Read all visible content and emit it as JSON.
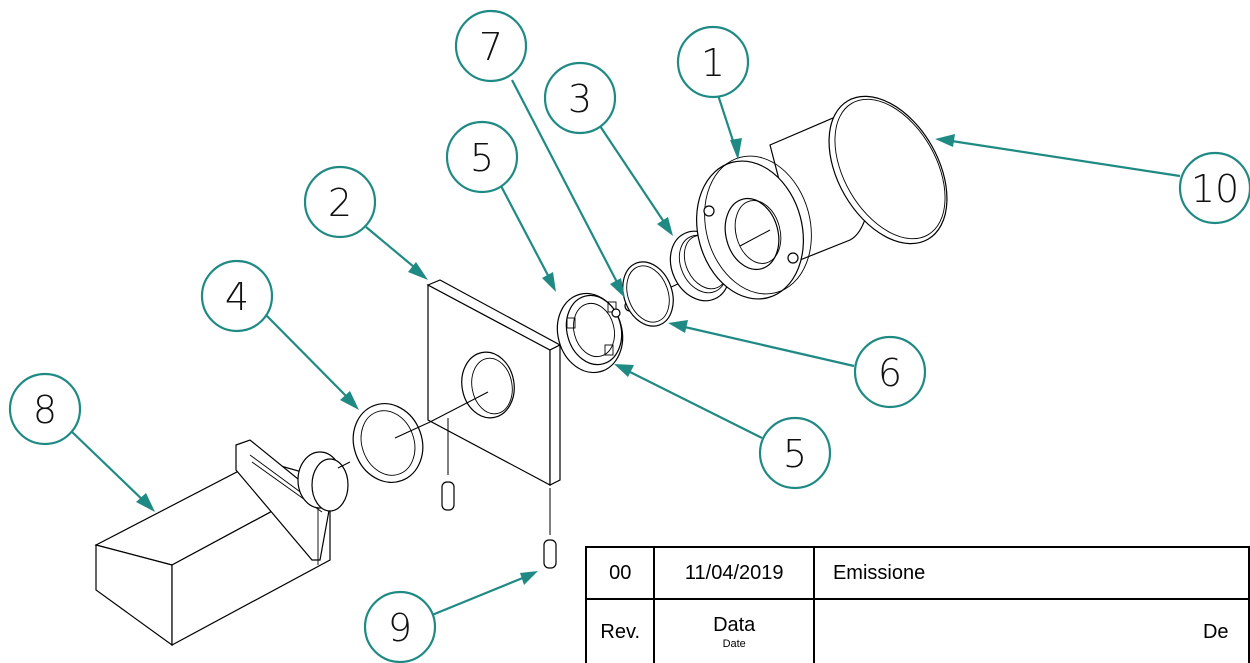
{
  "callouts": [
    "1",
    "2",
    "3",
    "4",
    "5",
    "5",
    "6",
    "7",
    "8",
    "9",
    "10"
  ],
  "title_block": {
    "rev_value": "00",
    "date_value": "11/04/2019",
    "desc_value": "Emissione",
    "rev_header": "Rev.",
    "date_header": "Data",
    "date_header_en": "Date",
    "desc_header": "De"
  },
  "colors": {
    "leader": "#1f8a84",
    "outline": "#000000",
    "background": "#ffffff"
  }
}
